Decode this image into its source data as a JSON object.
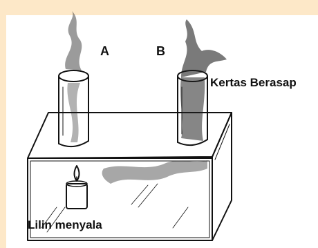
{
  "labels": {
    "chimney_a": "A",
    "chimney_b": "B",
    "smoking_paper": "Kertas Berasap",
    "lit_candle": "Lilin menyala"
  },
  "colors": {
    "page_border": "#fde8c8",
    "background": "#ffffff",
    "ink": "#111111"
  }
}
